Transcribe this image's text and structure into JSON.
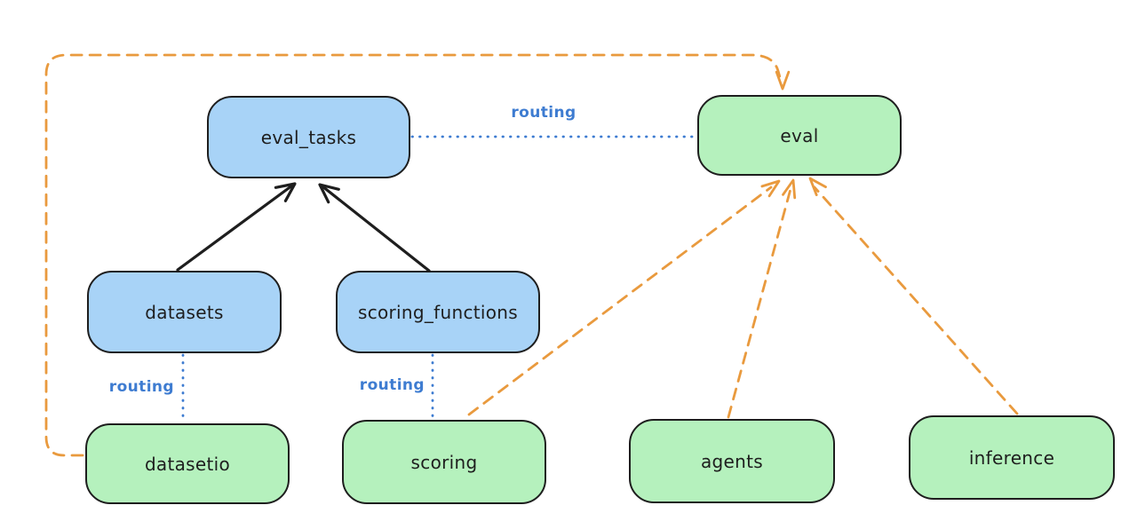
{
  "nodes": {
    "eval_tasks": {
      "label": "eval_tasks"
    },
    "eval": {
      "label": "eval"
    },
    "datasets": {
      "label": "datasets"
    },
    "scoring_functions": {
      "label": "scoring_functions"
    },
    "datasetio": {
      "label": "datasetio"
    },
    "scoring": {
      "label": "scoring"
    },
    "agents": {
      "label": "agents"
    },
    "inference": {
      "label": "inference"
    }
  },
  "edges": {
    "routing_eval_tasks_to_eval": {
      "label": "routing"
    },
    "routing_datasets_to_datasetio": {
      "label": "routing"
    },
    "routing_scoring_functions_to_scoring": {
      "label": "routing"
    }
  },
  "colors": {
    "api_node_fill": "#a8d3f7",
    "provider_node_fill": "#b5f1bd",
    "node_border": "#1e1e1e",
    "node_text": "#1e1e1e",
    "routing_blue": "#3e7cd1",
    "dependency_orange": "#e99a3e",
    "arrow_black": "#1e1e1e",
    "background": "#ffffff"
  }
}
